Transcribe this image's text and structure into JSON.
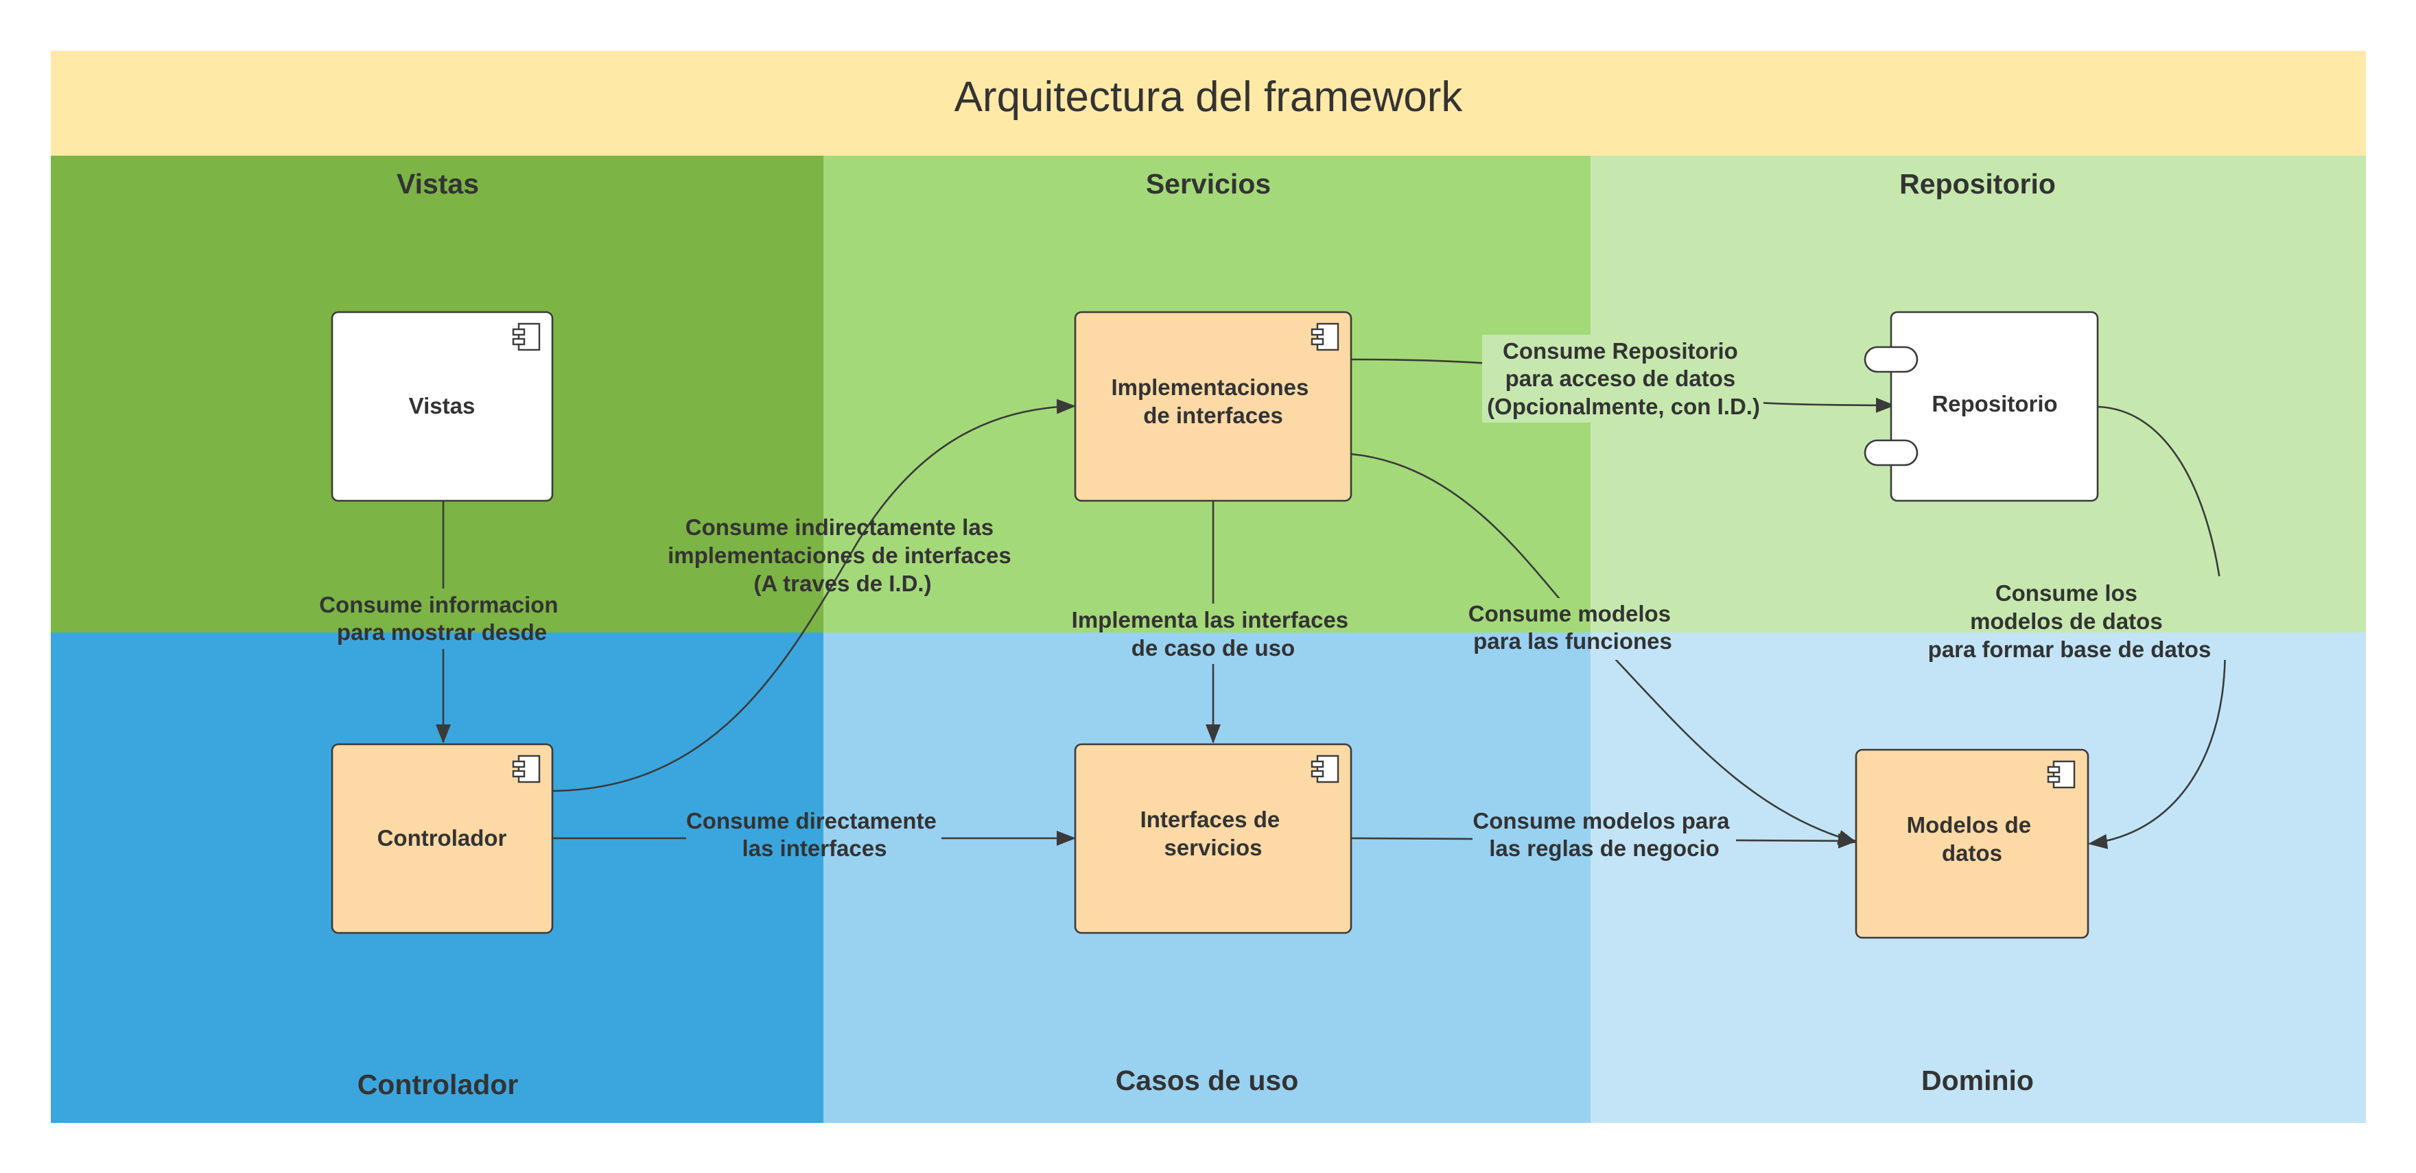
{
  "title": "Arquitectura del framework",
  "colors": {
    "title_bg": "#FFE9A6",
    "vistas_zone": "#7CB445",
    "servicios_zone": "#A4D979",
    "repositorio_zone": "#C6E8AE",
    "controlador_zone": "#3BA6DE",
    "casos_zone": "#99D1F1",
    "dominio_zone": "#C2E4F6",
    "component_orange": "#FDD9A5",
    "component_white": "#FFFFFF",
    "edge": "#3A3A3A",
    "text": "#333333"
  },
  "zones": {
    "vistas": "Vistas",
    "servicios": "Servicios",
    "repositorio": "Repositorio",
    "controlador": "Controlador",
    "casos_de_uso": "Casos de uso",
    "dominio": "Dominio"
  },
  "components": {
    "vistas": {
      "lines": [
        "Vistas"
      ],
      "icon": "component-icon"
    },
    "implementaciones": {
      "lines": [
        "Implementaciones",
        "de interfaces"
      ],
      "icon": "component-icon"
    },
    "repositorio": {
      "lines": [
        "Repositorio"
      ],
      "icon": "component-port-icon"
    },
    "controlador": {
      "lines": [
        "Controlador"
      ],
      "icon": "component-icon"
    },
    "interfaces": {
      "lines": [
        "Interfaces de",
        "servicios"
      ],
      "icon": "component-icon"
    },
    "modelos": {
      "lines": [
        "Modelos de",
        "datos"
      ],
      "icon": "component-icon"
    }
  },
  "edges": {
    "vistas_controlador": [
      "Consume informacion",
      "para mostrar desde"
    ],
    "controlador_implementaciones": [
      "Consume indirectamente las",
      "implementaciones de interfaces",
      "(A traves de I.D.)"
    ],
    "implementaciones_repositorio": [
      "Consume Repositorio",
      "para acceso de datos",
      "(Opcionalmente, con I.D.)"
    ],
    "implementaciones_interfaces": [
      "Implementa las interfaces",
      "de caso de uso"
    ],
    "implementaciones_modelos": [
      "Consume modelos",
      "para las funciones"
    ],
    "repositorio_modelos": [
      "Consume los",
      "modelos de datos",
      "para formar base de datos"
    ],
    "controlador_interfaces": [
      "Consume directamente",
      "las interfaces"
    ],
    "interfaces_modelos": [
      "Consume modelos para",
      "las reglas de negocio"
    ]
  }
}
